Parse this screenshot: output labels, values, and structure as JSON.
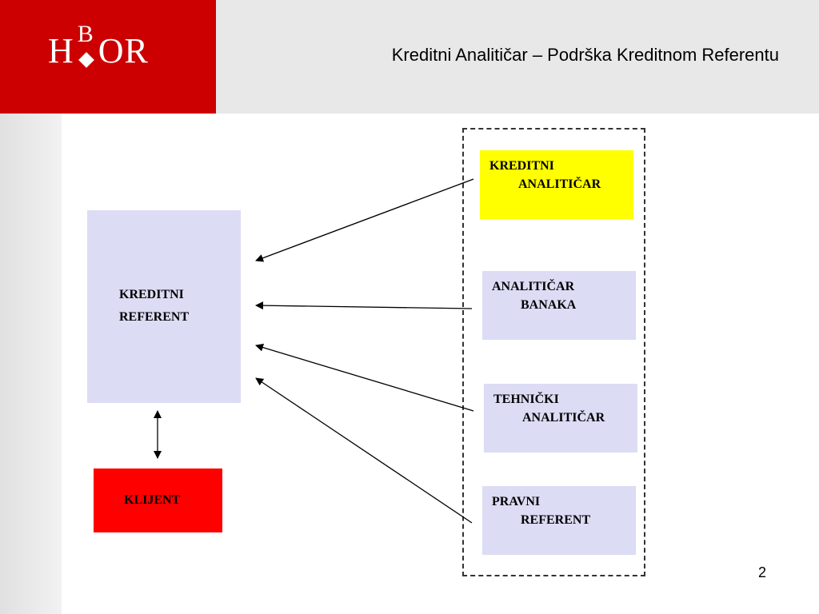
{
  "header": {
    "logo": "HBOR",
    "title": "Kreditni Analitičar – Podrška Kreditnom Referentu"
  },
  "diagram": {
    "center": {
      "line1": "KREDITNI",
      "line2": "REFERENT"
    },
    "client": {
      "label": "KLIJENT"
    },
    "roles": [
      {
        "line1": "KREDITNI",
        "line2": "ANALITIČAR",
        "fill": "#ffff00"
      },
      {
        "line1": "ANALITIČAR",
        "line2": "BANAKA",
        "fill": "#dcdcf5"
      },
      {
        "line1": "TEHNIČKI",
        "line2": "ANALITIČAR",
        "fill": "#dcdcf5"
      },
      {
        "line1": "PRAVNI",
        "line2": "REFERENT",
        "fill": "#dcdcf5"
      }
    ],
    "connections": [
      {
        "from": "roles.0",
        "to": "center"
      },
      {
        "from": "roles.1",
        "to": "center"
      },
      {
        "from": "roles.2",
        "to": "center"
      },
      {
        "from": "roles.3",
        "to": "center"
      },
      {
        "from": "center",
        "to": "client",
        "bidirectional": true
      }
    ]
  },
  "footer": {
    "page_number": "2"
  },
  "colors": {
    "brand_red": "#cc0000",
    "client_red": "#ff0000",
    "highlight_yellow": "#ffff00",
    "box_lavender": "#dcdcf5"
  }
}
